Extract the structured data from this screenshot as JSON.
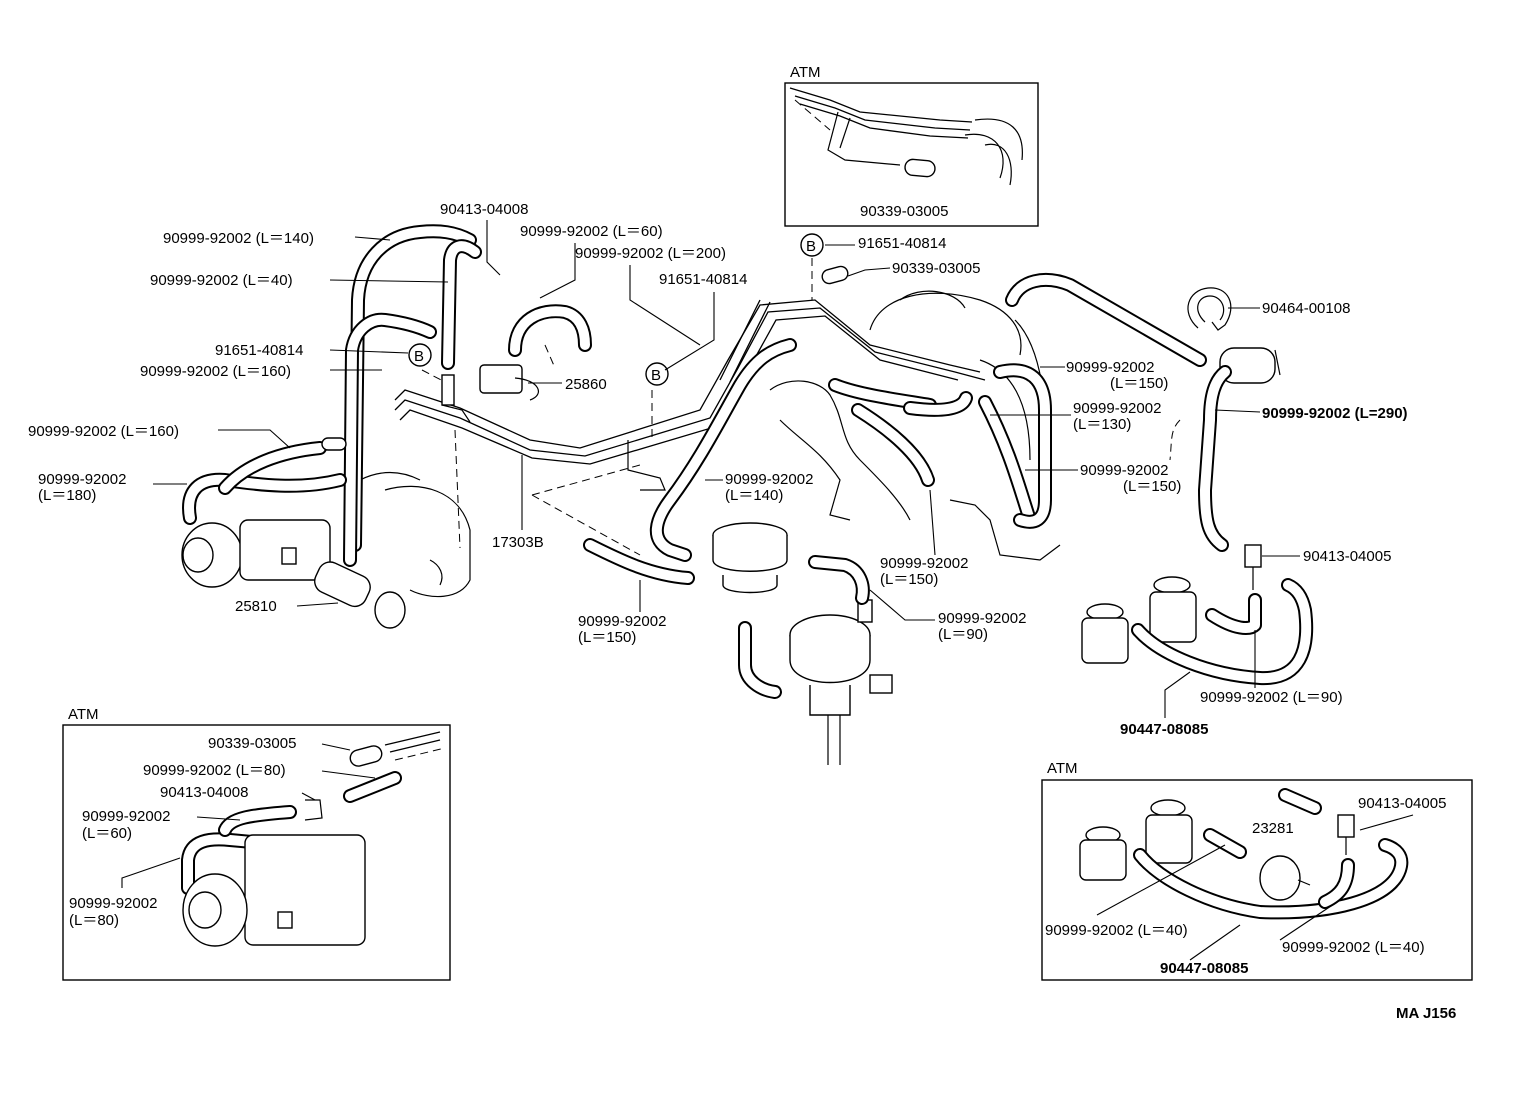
{
  "diagram": {
    "insets": {
      "top": "ATM",
      "bottom_left": "ATM",
      "bottom_right": "ATM"
    },
    "labels": {
      "top_inset_part": "90339-03005",
      "p_90413_04008": "90413-04008",
      "h_l140_top": "90999-92002 (L＝140)",
      "h_l60_top": "90999-92002 (L＝60)",
      "h_l200": "90999-92002 (L＝200)",
      "h_l40_top": "90999-92002 (L＝40)",
      "p_91651_mid": "91651-40814",
      "p_91651_top": "91651-40814",
      "p_90339_top": "90339-03005",
      "b_marker_1": "B",
      "b_marker_2": "B",
      "b_marker_3": "B",
      "p_90464": "90464-00108",
      "p_91651_left": "91651-40814",
      "h_l160_a": "90999-92002 (L＝160)",
      "p_25860": "25860",
      "h_l160_b": "90999-92002 (L＝160)",
      "h_l180_1": "90999-92002",
      "h_l180_2": "(L＝180)",
      "p_17303b": "17303B",
      "p_25810": "25810",
      "h_l150_a1": "90999-92002",
      "h_l150_a2": "(L＝150)",
      "h_l130_1": "90999-92002",
      "h_l130_2": "(L＝130)",
      "h_l290": "90999-92002 (L=290)",
      "h_l150_b1": "90999-92002",
      "h_l150_b2": "(L＝150)",
      "h_l140_mid1": "90999-92002",
      "h_l140_mid2": "(L＝140)",
      "h_l150_c1": "90999-92002",
      "h_l150_c2": "(L＝150)",
      "p_90413_04005_a": "90413-04005",
      "h_l150_d1": "90999-92002",
      "h_l150_d2": "(L＝150)",
      "h_l90_a1": "90999-92002",
      "h_l90_a2": "(L＝90)",
      "h_l90_b": "90999-92002 (L＝90)",
      "p_90447_a": "90447-08085",
      "bl_90339": "90339-03005",
      "bl_l80_a": "90999-92002 (L＝80)",
      "bl_90413": "90413-04008",
      "bl_l60_1": "90999-92002",
      "bl_l60_2": "(L＝60)",
      "bl_l80_b1": "90999-92002",
      "bl_l80_b2": "(L＝80)",
      "br_90413": "90413-04005",
      "br_23281": "23281",
      "br_l40_a": "90999-92002 (L＝40)",
      "br_l40_b": "90999-92002 (L＝40)",
      "br_90447": "90447-08085",
      "ref_code": "MA  J156"
    }
  }
}
